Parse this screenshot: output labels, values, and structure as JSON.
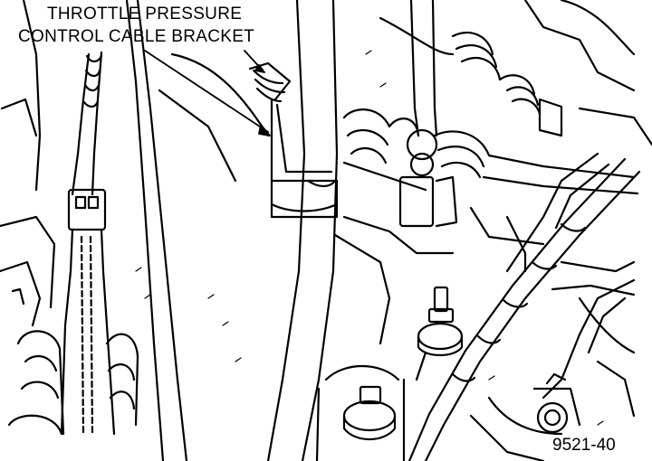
{
  "diagram": {
    "callout": {
      "line1": "THROTTLE PRESSURE",
      "line2": "CONTROL CABLE BRACKET"
    },
    "figure_id": "9521-40"
  }
}
